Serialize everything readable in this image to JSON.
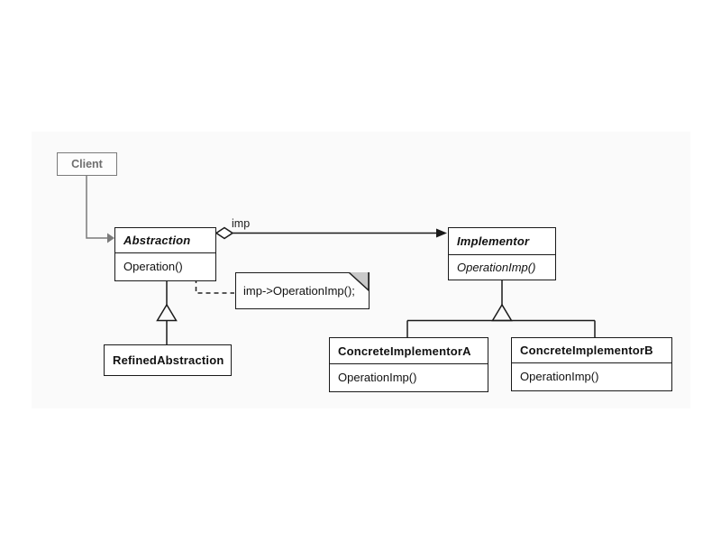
{
  "colors": {
    "canvas_bg": "#fafafa",
    "line_color": "#1a1a1a",
    "box_bg": "#ffffff",
    "client_gray": "#7a7a7a",
    "note_fold": "#c9c9c9"
  },
  "classes": {
    "client": {
      "name": "Client"
    },
    "abstraction": {
      "name": "Abstraction",
      "method": "Operation()"
    },
    "implementor": {
      "name": "Implementor",
      "method": "OperationImp()"
    },
    "refined_abstraction": {
      "name": "RefinedAbstraction"
    },
    "concrete_implementor_a": {
      "name": "ConcreteImplementorA",
      "method": "OperationImp()"
    },
    "concrete_implementor_b": {
      "name": "ConcreteImplementorB",
      "method": "OperationImp()"
    }
  },
  "relationships": {
    "aggregation_label": "imp"
  },
  "note": {
    "text": "imp->OperationImp();"
  }
}
